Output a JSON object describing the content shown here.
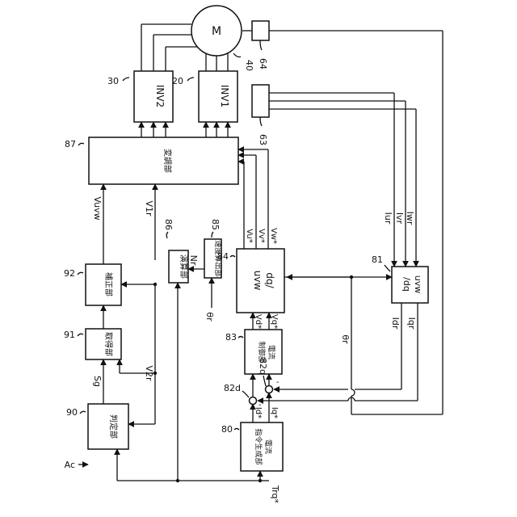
{
  "blocks": {
    "motor": "M",
    "inv2": "INV2",
    "inv1": "INV1",
    "modulator": "変調部",
    "corrector": "補正部",
    "acquirer": "取得部",
    "determiner": "判定部",
    "calculator": "演算部",
    "speed_calc": "速度算出部",
    "dq_uvw": [
      "dq/",
      "uvw"
    ],
    "uvw_dq": [
      "uvw",
      "/dq"
    ],
    "current_ctrl": [
      "電流",
      "制御部"
    ],
    "current_cmd": [
      "電流",
      "指令生成部"
    ]
  },
  "refs": {
    "r30": "30",
    "r20": "20",
    "r40": "40",
    "r64": "64",
    "r63": "63",
    "r87": "87",
    "r92": "92",
    "r91": "91",
    "r90": "90",
    "r86": "86",
    "r85": "85",
    "r84": "84",
    "r83": "83",
    "r82d": "82d",
    "r82q": "82q",
    "r80": "80",
    "r81": "81"
  },
  "signals": {
    "vuvw": "Vuvw",
    "v1r": "V1r",
    "v2r": "V2r",
    "sg": "Sg",
    "ac": "Ac",
    "trq": "Trq*",
    "nr": "Nr",
    "theta_r1": "θr",
    "theta_r2": "θr",
    "vu": "Vu*",
    "vv": "Vv*",
    "vw": "Vw*",
    "vd": "Vd*",
    "vq": "Vq*",
    "id_star": "Id*",
    "iq_star": "Iq*",
    "idr": "Idr",
    "iqr": "Iqr",
    "iur": "Iur",
    "ivr": "Ivr",
    "iwr": "Iwr",
    "minus_d": "-",
    "minus_q": "-"
  }
}
